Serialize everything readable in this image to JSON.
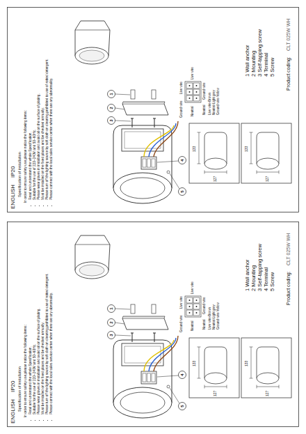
{
  "diagram": {
    "labels": [
      "ENGLISH",
      "IP20",
      "Specification of installation",
      "In order to ensure safety use,please notice the following items:",
      "Read and understand the whole Specification.",
      "Suitable for the use of 220~240V and 50~60Hz.",
      "Please wear gloves in installation and avoid oil on the surface of plating.",
      "Must be installed on the fixed places and be checked annually.",
      "Please turn off the lighting source by soft cloth on cleaning,prohibited to use of rotted detergent.",
      "Please connect with the local sales service center when there are any abnormality.",
      "1",
      "2",
      "3",
      "4",
      "5",
      "Ground wire",
      "Live wire",
      "Neutral",
      "Live wire",
      "Neutral",
      "Ground wire",
      "Live wire-Brown",
      "Neutral-Light grey",
      "Ground wire-Yellow",
      "133",
      "127",
      "133",
      "127",
      "1 Wall anchor",
      "2 Mounting",
      "3 Self-tapping screw",
      "4 Terminal",
      "5 Screw",
      "Product coding:",
      "CLT 025W WH",
      "ENGLISH",
      "IP20",
      "Specification of installation",
      "In order to ensure safety use,please notice the following items:",
      "Read and understand the whole Specification.",
      "Suitable for the use of 220~240V and 50~60Hz.",
      "Please wear gloves in installation and avoid oil on the surface of plating.",
      "Must be installed on the fixed places and be checked annually.",
      "Please turn off the lighting source by soft cloth on cleaning,prohibited to use of rotted detergent.",
      "Please connect with the local sales service center when there are any abnormality.",
      "1",
      "2",
      "3",
      "4",
      "5",
      "Ground wire",
      "Live wire",
      "Neutral",
      "Live wire",
      "Neutral",
      "Ground wire",
      "Live wire-Brown",
      "Neutral-Light grey",
      "Ground wire-Yellow",
      "133",
      "127",
      "133",
      "127",
      "1 Wall anchor",
      "2 Mounting",
      "3 Self-tapping screw",
      "4 Terminal",
      "5 Screw",
      "Product coding:",
      "CLT 025W WH"
    ]
  }
}
